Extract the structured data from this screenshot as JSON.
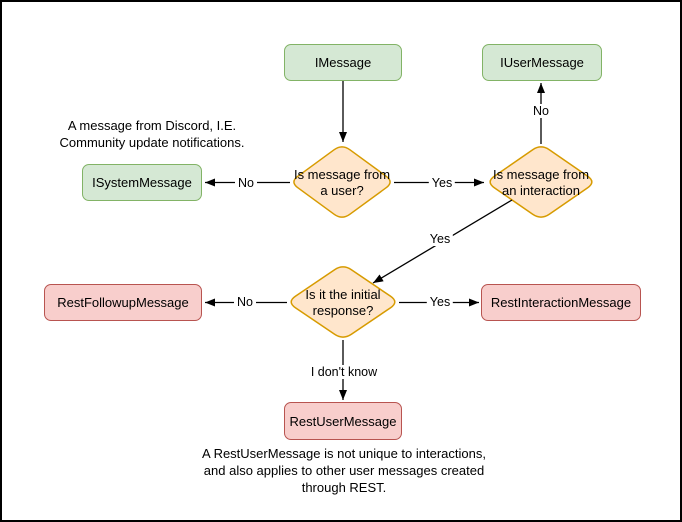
{
  "diagram": {
    "nodes": {
      "imessage": {
        "label": "IMessage",
        "shape": "rounded-rect",
        "palette": "green"
      },
      "iusermessage": {
        "label": "IUserMessage",
        "shape": "rounded-rect",
        "palette": "green"
      },
      "isystemmessage": {
        "label": "ISystemMessage",
        "shape": "rounded-rect",
        "palette": "green"
      },
      "q_user": {
        "label": "Is message from a user?",
        "shape": "diamond",
        "palette": "orange"
      },
      "q_interaction": {
        "label": "Is message from an interaction",
        "shape": "diamond",
        "palette": "orange"
      },
      "q_initial": {
        "label": "Is it the initial response?",
        "shape": "diamond",
        "palette": "orange"
      },
      "restfollowup": {
        "label": "RestFollowupMessage",
        "shape": "rounded-rect",
        "palette": "red"
      },
      "restinteraction": {
        "label": "RestInteractionMessage",
        "shape": "rounded-rect",
        "palette": "red"
      },
      "restuser": {
        "label": "RestUserMessage",
        "shape": "rounded-rect",
        "palette": "red"
      }
    },
    "edge_labels": {
      "user_no": "No",
      "user_yes": "Yes",
      "interaction_no": "No",
      "interaction_yes": "Yes",
      "initial_no": "No",
      "initial_yes": "Yes",
      "initial_idk": "I don't know"
    },
    "annotations": {
      "system_note": "A message from Discord, I.E.\nCommunity update notifications.",
      "restuser_note": "A RestUserMessage is not unique to interactions,\nand also applies to other user messages created\nthrough REST."
    },
    "colors": {
      "green_fill": "#d5e8d4",
      "green_stroke": "#82b366",
      "orange_fill": "#ffe6cc",
      "orange_stroke": "#d79b00",
      "red_fill": "#f8cecc",
      "red_stroke": "#b85450",
      "arrow": "#000000",
      "text": "#000000",
      "background": "#ffffff",
      "border": "#000000"
    }
  }
}
